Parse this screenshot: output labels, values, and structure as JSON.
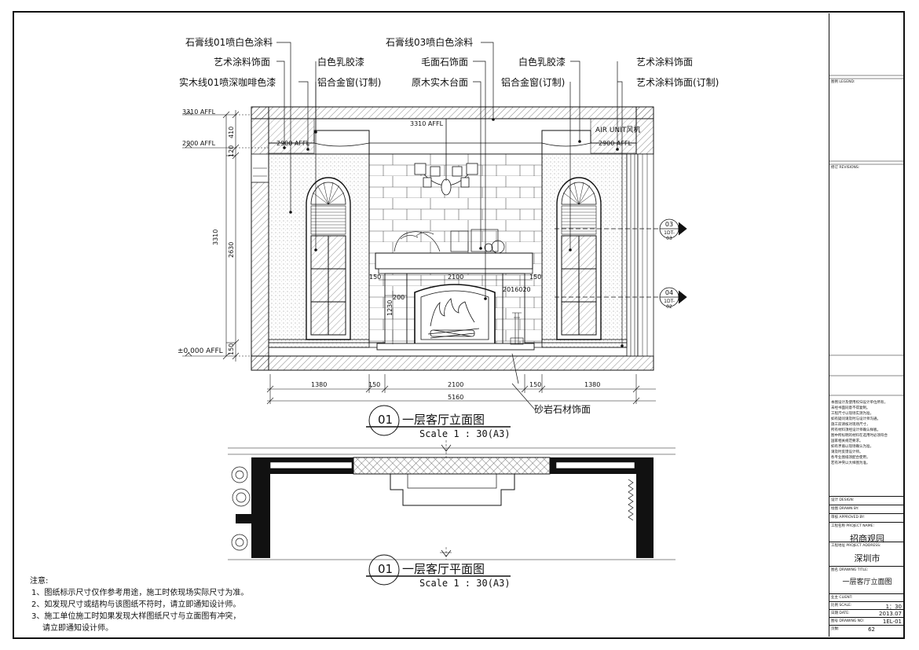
{
  "callouts_left": {
    "l1": "石膏线01喷白色涂料",
    "l2": "艺术涂料饰面",
    "l3": "实木线01喷深咖啡色漆"
  },
  "callouts_center_left": {
    "c1": "白色乳胶漆",
    "c2": "铝合金窗(订制)"
  },
  "callouts_center": {
    "c1": "石膏线03喷白色涂料",
    "c2": "毛面石饰面",
    "c3": "原木实木台面"
  },
  "callouts_center_right": {
    "c1": "白色乳胶漆",
    "c2": "铝合金窗(订制)"
  },
  "callouts_right": {
    "r1": "艺术涂料饰面",
    "r2": "艺术涂料饰面(订制)"
  },
  "callout_bottom": "砂岩石材饰面",
  "levels": {
    "l3310": "3310 AFFL",
    "l2900": "2900 AFFL",
    "l0": "±0.000 AFFL",
    "ceiling_center": "3310 AFFL",
    "beam_left": "2900 AFFL",
    "beam_right": "2900 AFFL",
    "ac": "AIR UNIT风机"
  },
  "vertical_dims": {
    "d410": "410",
    "d120": "120",
    "d3310": "3310",
    "d2630": "2630",
    "d150": "150",
    "d1230": "1230"
  },
  "horizontal_dims": {
    "d1380a": "1380",
    "d150a": "150",
    "d2100": "2100",
    "d150b": "150",
    "d1380b": "1380",
    "d5160": "5160"
  },
  "fireplace_dims": {
    "top": "2100",
    "left150": "150",
    "right150": "150",
    "d200": "200",
    "tag": "2016020"
  },
  "section_refs": [
    {
      "num": "03",
      "ref": "1DT-03"
    },
    {
      "num": "04",
      "ref": "1DT-02"
    }
  ],
  "titles": {
    "elevation": {
      "num": "01",
      "name": "一层客厅立面图",
      "scale": "Scale 1 : 30(A3)"
    },
    "plan": {
      "num": "01",
      "name": "一层客厅平面图",
      "scale": "Scale 1 : 30(A3)"
    }
  },
  "notes": {
    "heading": "注意:",
    "n1": "1、图纸标示尺寸仅作参考用途，施工时依现场实际尺寸为准。",
    "n2": "2、如发现尺寸或结构与该图纸不符时，请立即通知设计师。",
    "n3": "3、施工单位施工时如果发现大样图纸尺寸与立面图有冲突，",
    "n3b": "请立即通知设计师。"
  },
  "title_block": {
    "legend": "图例 LEGEND:",
    "revisions": "修订 REVISIONS:",
    "note_lines": [
      "本图设计及使用权归设计单位所有，",
      "未经书面同意不得复制。",
      "工程尺寸以现场实测为准，",
      "如有疑问请及时与设计师沟通。",
      "施工前请核对现场尺寸，",
      "所有材料须经设计师确认样板。",
      "图中所标明的材料在选用时必须符合",
      "国家相关规范要求。",
      "如有矛盾以现场确认为准，",
      "请及时反馈设计师。",
      "各专业图纸须配合使用，",
      "若有冲突以大样图为准。"
    ],
    "design": "设计 DESIGN:",
    "drawn": "绘图 DRAWN BY:",
    "approved": "审核 APPROVED BY:",
    "project_name_label": "工程名称 PROJECT NAME:",
    "project_name": "招商观园",
    "project_address_label": "工程地址 PROJECT ADDRESS:",
    "project_address": "深圳市",
    "drawing_title_label": "图名 DRAWING TITLE:",
    "drawing_title": "一层客厅立面图",
    "client_label": "业主 CLIENT:",
    "scale_label": "比例 SCALE:",
    "scale": "1：30",
    "date_label": "日期 DATE:",
    "date": "2013.07",
    "drawing_no_label": "图号 DRAWING NO:",
    "drawing_no": "1EL-01",
    "page_label": "页数:",
    "page": "62"
  }
}
